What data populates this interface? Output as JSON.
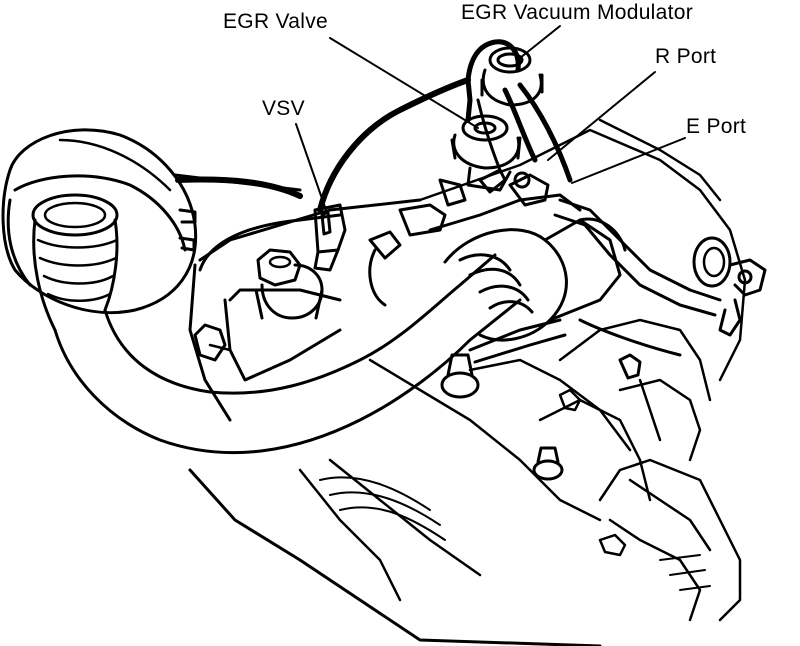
{
  "diagram": {
    "labels": {
      "egr_valve": "EGR Valve",
      "egr_vacuum_modulator": "EGR Vacuum Modulator",
      "r_port": "R Port",
      "e_port": "E Port",
      "vsv": "VSV"
    },
    "colors": {
      "ink": "#000000",
      "paper": "#ffffff"
    }
  }
}
